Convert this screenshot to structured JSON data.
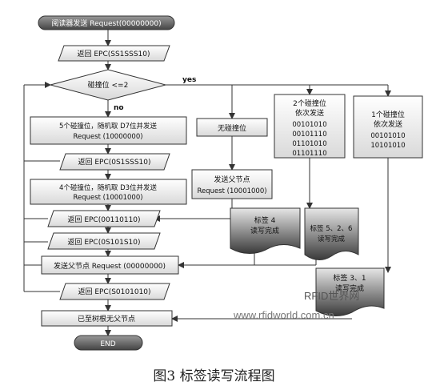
{
  "flow": {
    "start": "阅读器发送 Request(00000000)",
    "return_1": "返回 EPC(SS1SSS10)",
    "decision": "碰撞位 <=2",
    "yes": "yes",
    "no": "no",
    "step_d7_line1": "5个碰撞位，随机取 D7位并发送",
    "step_d7_line2": "Request (10000000)",
    "return_2": "返回 EPC(0S1SSS10)",
    "step_d3_line1": "4个碰撞位，随机取 D3位并发送",
    "step_d3_line2": "Request (10001000)",
    "return_3": "返回 EPC(00110110)",
    "return_4": "返回 EPC(0S101S10)",
    "send_parent": "发送父节点 Request (00000000)",
    "return_5": "返回 EPC(S0101010)",
    "tree_root": "已至树根无父节点",
    "end": "END",
    "none_collide": "无碰撞位",
    "send_parent_line1": "发送父节点",
    "send_parent_line2": "Request (10001000)",
    "two_collide_line1": "2个碰撞位",
    "two_collide_line2": "依次发送",
    "two_collide_codes": [
      "00101010",
      "00101110",
      "01101010",
      "01101110"
    ],
    "one_collide_line1": "1个碰撞位",
    "one_collide_line2": "依次发送",
    "one_collide_codes": [
      "00101010",
      "10101010"
    ],
    "tag4_line1": "标签 4",
    "tag4_line2": "读写完成",
    "tag56_line1": "标签 5、2、6",
    "tag56_line2": "读写完成",
    "tag31_line1": "标签 3、1",
    "tag31_line2": "读写完成"
  },
  "watermark": {
    "line1": "RFID世界网",
    "line2": "www.rfidworld.com.cn"
  },
  "caption": "图3  标签读写流程图"
}
